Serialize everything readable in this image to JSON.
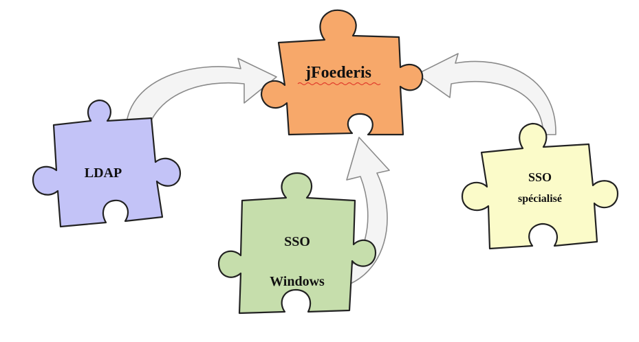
{
  "diagram": {
    "center_piece": {
      "label": "jFoederis",
      "color": "#f7a86a"
    },
    "pieces": [
      {
        "id": "ldap",
        "lines": [
          "LDAP"
        ],
        "color": "#c3c3f7"
      },
      {
        "id": "sso-windows",
        "lines": [
          "SSO",
          "Windows"
        ],
        "color": "#c6deac"
      },
      {
        "id": "sso-specialise",
        "lines": [
          "SSO",
          "spécialisé"
        ],
        "color": "#fbfbc9"
      }
    ],
    "arrow_color": "#f4f4f4"
  }
}
